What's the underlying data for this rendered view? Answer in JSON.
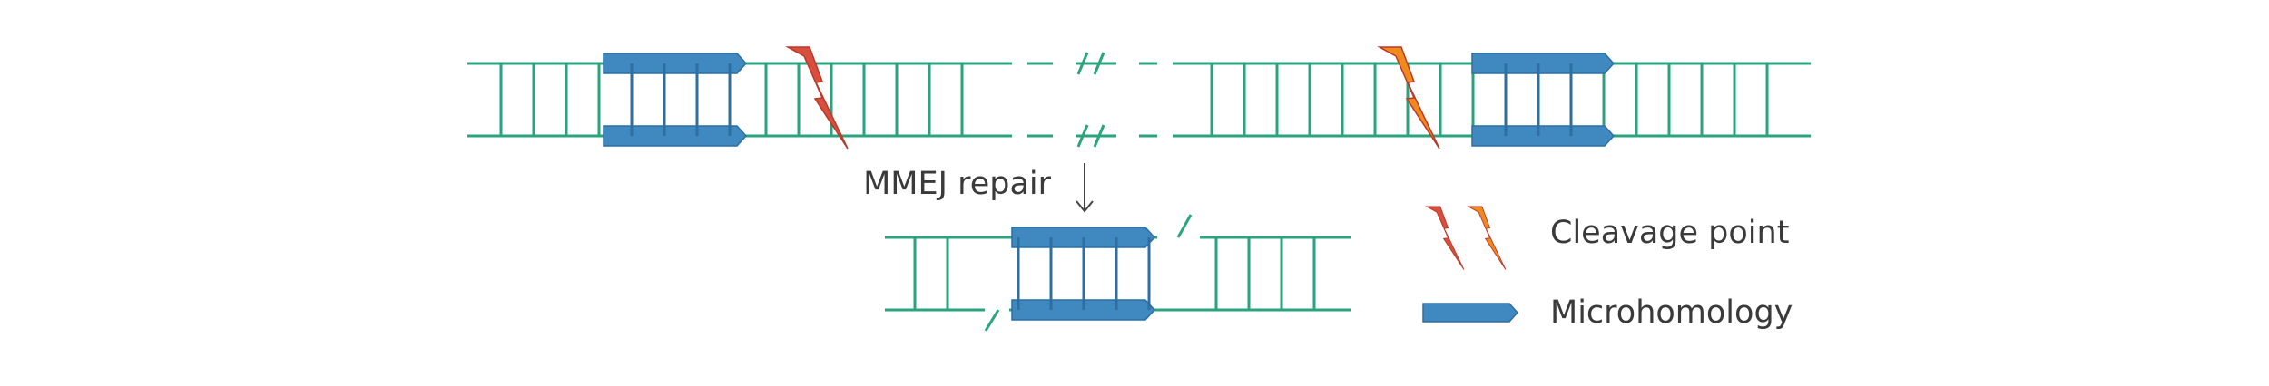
{
  "labels": {
    "arrow_label": "MMEJ repair",
    "legend_cleavage": "Cleavage point",
    "legend_microhomology": "Microhomology"
  },
  "colors": {
    "dna_strand": "#2aa37f",
    "microhomology": "#3f88c0",
    "microhomology_edge": "#2f6f9f",
    "cleavage_red": "#d94f3d",
    "cleavage_orange": "#f08a1c",
    "cleavage_edge": "#b8392a",
    "text": "#3a3a3a",
    "arrow": "#444444"
  },
  "icons": [
    "lightning-bolt-icon",
    "microhomology-bar-icon",
    "down-arrow-icon"
  ]
}
